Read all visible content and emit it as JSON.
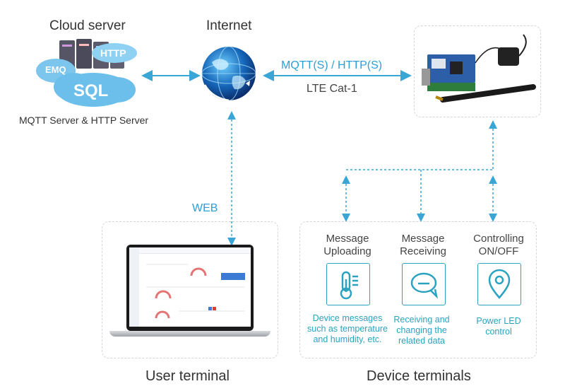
{
  "cloud": {
    "title": "Cloud server",
    "caption": "MQTT Server & HTTP Server",
    "badges": {
      "emq": "EMQ",
      "http": "HTTP",
      "sql": "SQL"
    }
  },
  "internet": {
    "title": "Internet"
  },
  "link": {
    "protocol": "MQTT(S) / HTTP(S)",
    "network": "LTE Cat-1"
  },
  "web_label": "WEB",
  "user_terminal": {
    "title": "User terminal"
  },
  "device_terminals": {
    "title": "Device terminals",
    "cards": [
      {
        "title_line1": "Message",
        "title_line2": "Uploading",
        "desc_line1": "Device messages",
        "desc_line2": "such as temperature",
        "desc_line3": "and humidity, etc.",
        "icon": "thermometer-icon"
      },
      {
        "title_line1": "Message",
        "title_line2": "Receiving",
        "desc_line1": "Receiving and",
        "desc_line2": "changing the",
        "desc_line3": "related data",
        "icon": "chat-bubble-icon"
      },
      {
        "title_line1": "Controlling",
        "title_line2": "ON/OFF",
        "desc_line1": "Power LED",
        "desc_line2": "control",
        "desc_line3": "",
        "icon": "location-pin-icon"
      }
    ]
  },
  "colors": {
    "arrow": "#2b9fd8",
    "teal": "#2aa3c0",
    "box_border": "#d6d6d6"
  }
}
